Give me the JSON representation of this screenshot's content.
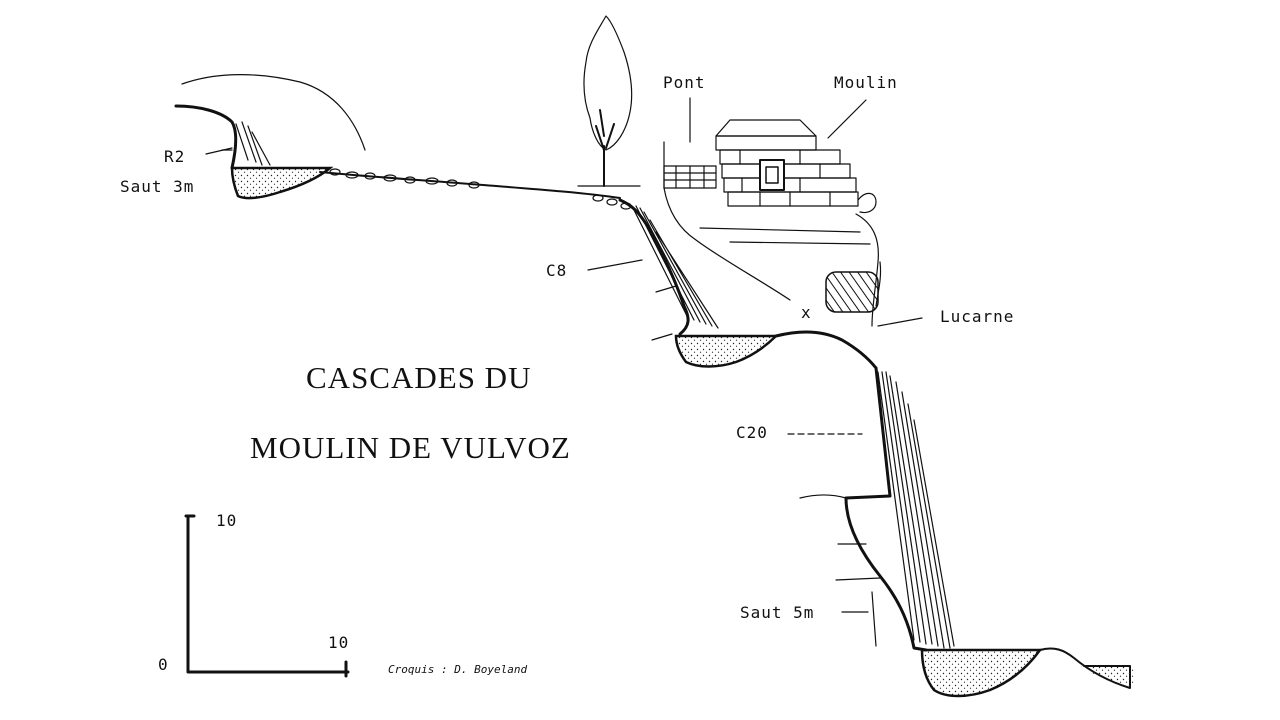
{
  "title": {
    "line1": "CASCADES DU",
    "line2": "MOULIN DE VULVOZ"
  },
  "labels": {
    "pont": "Pont",
    "moulin": "Moulin",
    "r2": "R2",
    "saut_3m": "Saut 3m",
    "c8": "C8",
    "lucarne": "Lucarne",
    "c20": "C20",
    "saut_5m": "Saut 5m"
  },
  "scale": {
    "zero": "0",
    "vertical_max": "10",
    "horizontal_max": "10"
  },
  "credit": "Croquis : D. Boyeland",
  "colors": {
    "ink": "#111111",
    "paper": "#ffffff"
  }
}
